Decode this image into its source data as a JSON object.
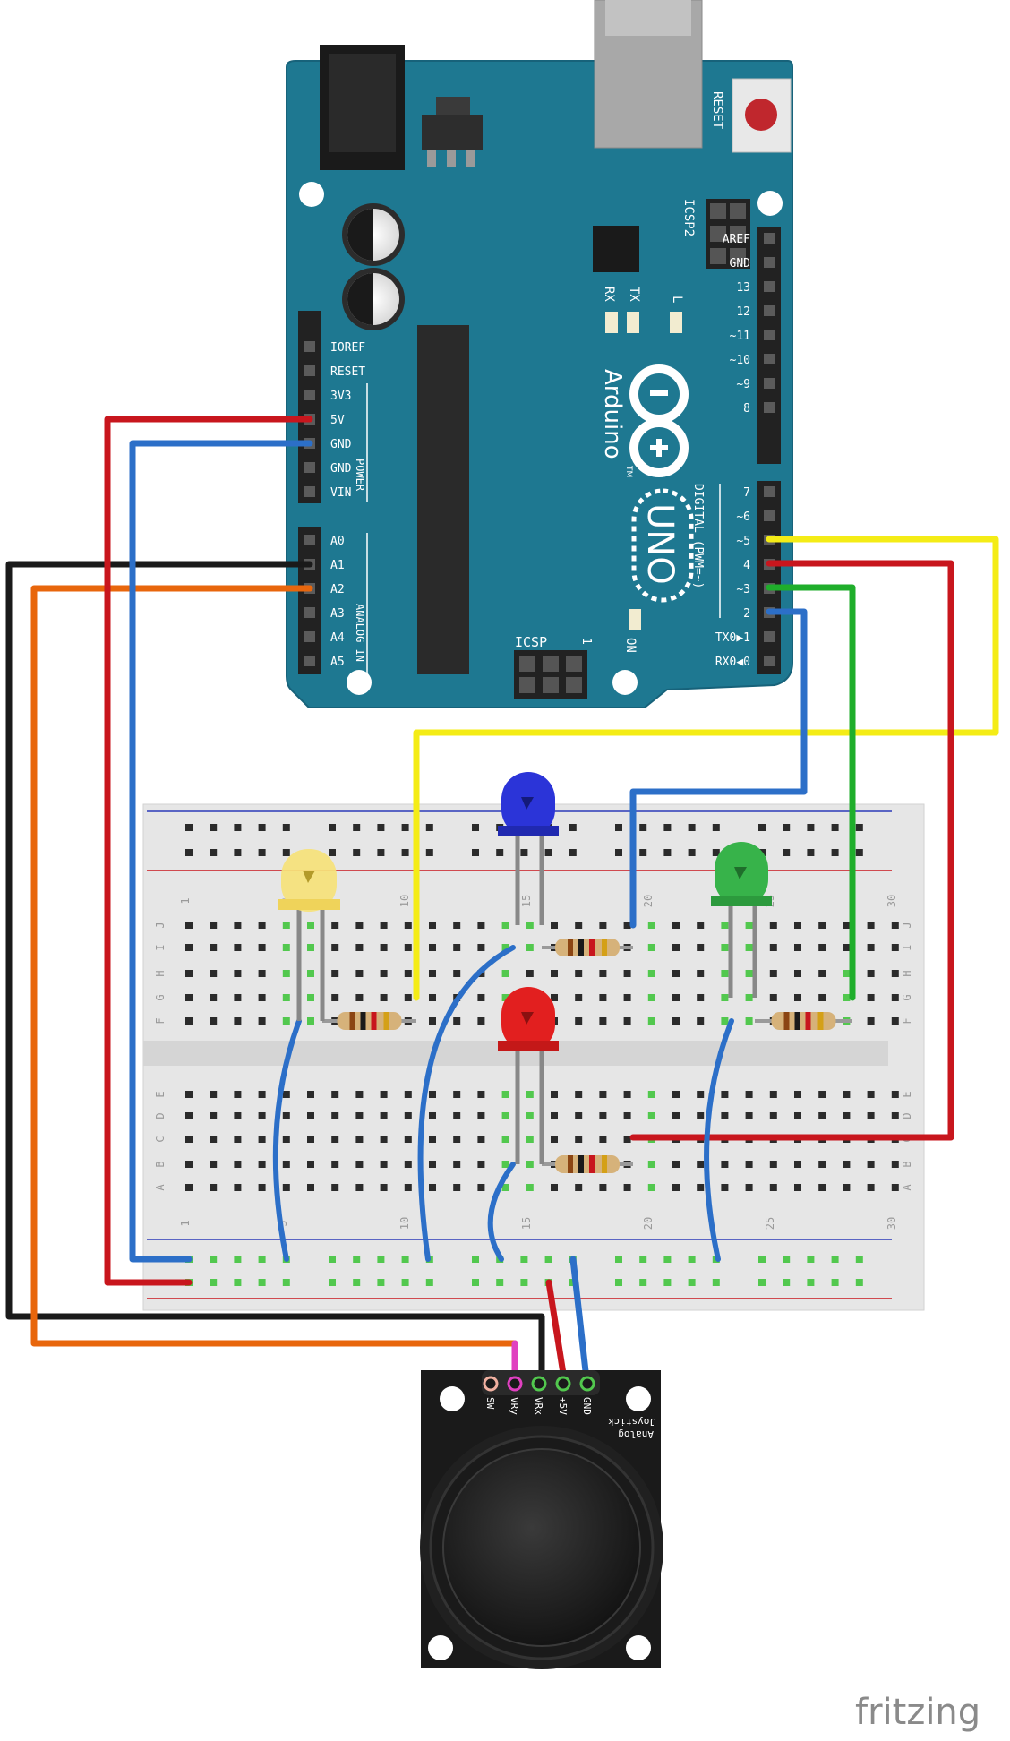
{
  "arduino": {
    "reset_label": "RESET",
    "icsp2_label": "ICSP2",
    "icsp_label": "ICSP",
    "icsp_pin1": "1",
    "tx_label": "TX",
    "rx_label": "RX",
    "l_label": "L",
    "on_label": "ON",
    "brand": "Arduino",
    "tm": "TM",
    "model": "UNO",
    "digital_label": "DIGITAL (PWM=~)",
    "power_label": "POWER",
    "analog_label": "ANALOG IN",
    "left_pins": [
      "IOREF",
      "RESET",
      "3V3",
      "5V",
      "GND",
      "GND",
      "VIN"
    ],
    "analog_pins": [
      "A0",
      "A1",
      "A2",
      "A3",
      "A4",
      "A5"
    ],
    "right_pins_top": [
      "AREF",
      "GND",
      "13",
      "12",
      "~11",
      "~10",
      "~9",
      "8"
    ],
    "right_pins_bottom": [
      "7",
      "~6",
      "~5",
      "4",
      "~3",
      "2",
      "TX0▶1",
      "RX0◀0"
    ]
  },
  "breadboard": {
    "row_letters_top": [
      "J",
      "I",
      "H",
      "G",
      "F"
    ],
    "row_letters_bottom": [
      "E",
      "D",
      "C",
      "B",
      "A"
    ],
    "column_numbers": [
      "1",
      "5",
      "10",
      "15",
      "20",
      "25",
      "30"
    ]
  },
  "joystick": {
    "pins": [
      "SW",
      "VRy",
      "VRx",
      "+5V",
      "GND"
    ],
    "title_line1": "Analog",
    "title_line2": "Joystick"
  },
  "watermark": "fritzing",
  "colors": {
    "board": "#1e7891",
    "wire_red": "#c8161d",
    "wire_blue": "#2c6fc8",
    "wire_black": "#1a1a1a",
    "wire_orange": "#e8660c",
    "wire_yellow": "#f4ec16",
    "wire_green": "#1fae2b",
    "wire_pink": "#e040c0",
    "led_yellow": "#f6e27a",
    "led_blue": "#2b34d8",
    "led_green": "#37b34a",
    "led_red": "#e21f1f"
  }
}
